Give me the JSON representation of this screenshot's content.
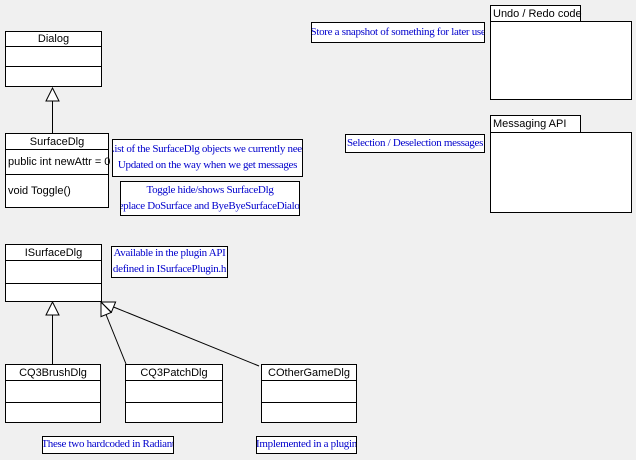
{
  "canvas": {
    "background_color": "#f0f0f0",
    "box_fill": "#ffffff",
    "line_color": "#000000",
    "note_text_color": "#0000cc"
  },
  "classes": [
    {
      "name": "Dialog",
      "attributes": [],
      "operations": []
    },
    {
      "name": "SurfaceDlg",
      "attributes": [
        "public int newAttr = 0"
      ],
      "operations": [
        "void Toggle()"
      ]
    },
    {
      "name": "ISurfaceDlg",
      "attributes": [],
      "operations": []
    },
    {
      "name": "CQ3BrushDlg",
      "attributes": [],
      "operations": []
    },
    {
      "name": "CQ3PatchDlg",
      "attributes": [],
      "operations": []
    },
    {
      "name": "COtherGameDlg",
      "attributes": [],
      "operations": []
    }
  ],
  "packages": [
    {
      "name": "Undo / Redo code"
    },
    {
      "name": "Messaging API"
    }
  ],
  "notes": [
    {
      "lines": [
        "Store a snapshot of something for later use"
      ]
    },
    {
      "lines": [
        "List of the SurfaceDlg objects we currently need",
        "Updated on the way when we get messages"
      ]
    },
    {
      "lines": [
        "Toggle hide/shows SurfaceDlg",
        "replace DoSurface and ByeByeSurfaceDialog"
      ]
    },
    {
      "lines": [
        "Selection / Deselection messages"
      ]
    },
    {
      "lines": [
        "Available in the plugin API",
        "defined in ISurfacePlugin.h"
      ]
    },
    {
      "lines": [
        "These two hardcoded in Radiant"
      ]
    },
    {
      "lines": [
        "Implemented in a plugin"
      ]
    }
  ],
  "relations": [
    {
      "type": "generalization",
      "from": "SurfaceDlg",
      "to": "Dialog"
    },
    {
      "type": "generalization",
      "from": "CQ3BrushDlg",
      "to": "ISurfaceDlg"
    },
    {
      "type": "generalization",
      "from": "CQ3PatchDlg",
      "to": "ISurfaceDlg"
    },
    {
      "type": "generalization",
      "from": "COtherGameDlg",
      "to": "ISurfaceDlg"
    }
  ]
}
